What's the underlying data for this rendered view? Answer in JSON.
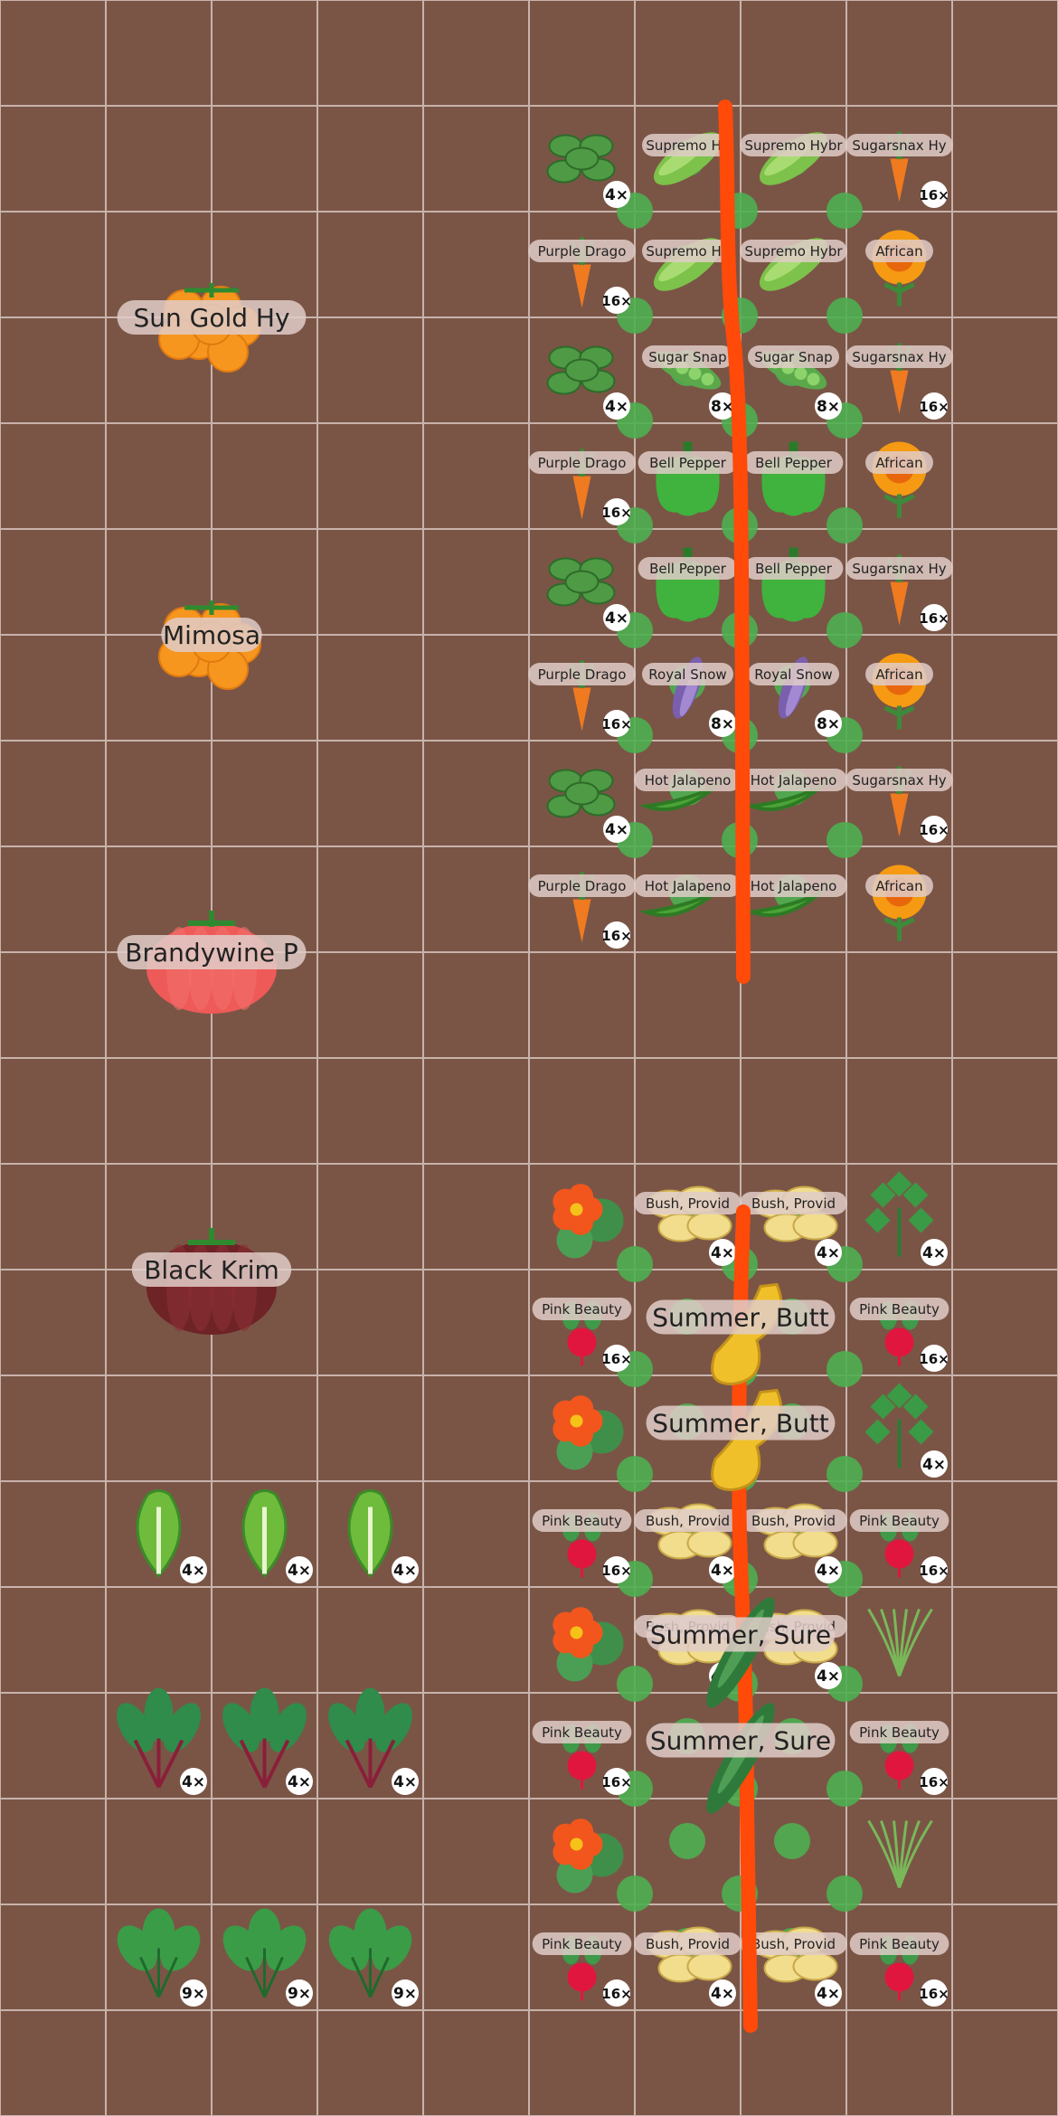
{
  "canvas": {
    "background": "#7a5546",
    "grid_color": "#c8b3ab",
    "cell_size_label": ""
  },
  "colors": {
    "companion_dot": "#4caf50",
    "row_marker": "#ff4a0a",
    "badge": "#ffffff"
  },
  "left_plants": [
    {
      "label": "Sun Gold  Hy",
      "icon": "tomato-cluster-icon"
    },
    {
      "label": "Mimosa",
      "icon": "tomato-cluster-icon"
    },
    {
      "label": "Brandywine P",
      "icon": "tomato-icon"
    },
    {
      "label": "Black Krim",
      "icon": "dark-tomato-icon"
    }
  ],
  "left_small": [
    {
      "icon": "lettuce-icon",
      "count": "4×"
    },
    {
      "icon": "lettuce-icon",
      "count": "4×"
    },
    {
      "icon": "lettuce-icon",
      "count": "4×"
    },
    {
      "icon": "chard-icon",
      "count": "4×"
    },
    {
      "icon": "chard-icon",
      "count": "4×"
    },
    {
      "icon": "chard-icon",
      "count": "4×"
    },
    {
      "icon": "spinach-icon",
      "count": "9×"
    },
    {
      "icon": "spinach-icon",
      "count": "9×"
    },
    {
      "icon": "spinach-icon",
      "count": "9×"
    }
  ],
  "bed1": [
    {
      "label": "",
      "icon": "basil-icon",
      "count": "4×"
    },
    {
      "label": "Supremo Hy",
      "icon": "cucumber-icon",
      "count": ""
    },
    {
      "label": "Supremo Hybr",
      "icon": "cucumber-icon",
      "count": ""
    },
    {
      "label": "Sugarsnax Hy",
      "icon": "carrot-icon",
      "count": "16×"
    },
    {
      "label": "Purple Drago",
      "icon": "carrot-icon",
      "count": "16×"
    },
    {
      "label": "Supremo Hy",
      "icon": "cucumber-icon",
      "count": ""
    },
    {
      "label": "Supremo Hybr",
      "icon": "cucumber-icon",
      "count": ""
    },
    {
      "label": "African",
      "icon": "marigold-icon",
      "count": ""
    },
    {
      "label": "",
      "icon": "basil-icon",
      "count": "4×"
    },
    {
      "label": "Sugar Snap",
      "icon": "pea-icon",
      "count": "8×"
    },
    {
      "label": "Sugar Snap",
      "icon": "pea-icon",
      "count": "8×"
    },
    {
      "label": "Sugarsnax Hy",
      "icon": "carrot-icon",
      "count": "16×"
    },
    {
      "label": "Purple Drago",
      "icon": "carrot-icon",
      "count": "16×"
    },
    {
      "label": "Bell Pepper",
      "icon": "bell-pepper-icon",
      "count": ""
    },
    {
      "label": "Bell Pepper",
      "icon": "bell-pepper-icon",
      "count": ""
    },
    {
      "label": "African",
      "icon": "marigold-icon",
      "count": ""
    },
    {
      "label": "",
      "icon": "basil-icon",
      "count": "4×"
    },
    {
      "label": "Bell Pepper",
      "icon": "bell-pepper-icon",
      "count": ""
    },
    {
      "label": "Bell Pepper",
      "icon": "bell-pepper-icon",
      "count": ""
    },
    {
      "label": "Sugarsnax Hy",
      "icon": "carrot-icon",
      "count": "16×"
    },
    {
      "label": "Purple Drago",
      "icon": "carrot-icon",
      "count": "16×"
    },
    {
      "label": "Royal Snow",
      "icon": "purple-pea-icon",
      "count": "8×"
    },
    {
      "label": "Royal Snow",
      "icon": "purple-pea-icon",
      "count": "8×"
    },
    {
      "label": "African",
      "icon": "marigold-icon",
      "count": ""
    },
    {
      "label": "",
      "icon": "basil-icon",
      "count": "4×"
    },
    {
      "label": "Hot Jalapeno",
      "icon": "jalapeno-icon",
      "count": ""
    },
    {
      "label": "Hot Jalapeno",
      "icon": "jalapeno-icon",
      "count": ""
    },
    {
      "label": "Sugarsnax Hy",
      "icon": "carrot-icon",
      "count": "16×"
    },
    {
      "label": "Purple Drago",
      "icon": "carrot-icon",
      "count": "16×"
    },
    {
      "label": "Hot Jalapeno",
      "icon": "jalapeno-icon",
      "count": ""
    },
    {
      "label": "Hot Jalapeno",
      "icon": "jalapeno-icon",
      "count": ""
    },
    {
      "label": "African",
      "icon": "marigold-icon",
      "count": ""
    }
  ],
  "bed2": [
    {
      "label": "",
      "icon": "nasturtium-icon",
      "count": ""
    },
    {
      "label": "Bush, Provid",
      "icon": "bean-icon",
      "count": "4×"
    },
    {
      "label": "Bush, Provid",
      "icon": "bean-icon",
      "count": "4×"
    },
    {
      "label": "",
      "icon": "parsley-icon",
      "count": "4×"
    },
    {
      "label": "Pink Beauty",
      "icon": "radish-icon",
      "count": "16×"
    },
    {
      "label": "",
      "icon": "",
      "count": ""
    },
    {
      "label": "",
      "icon": "",
      "count": ""
    },
    {
      "label": "Pink Beauty",
      "icon": "radish-icon",
      "count": "16×"
    },
    {
      "label": "",
      "icon": "nasturtium-icon",
      "count": ""
    },
    {
      "label": "",
      "icon": "",
      "count": ""
    },
    {
      "label": "",
      "icon": "",
      "count": ""
    },
    {
      "label": "",
      "icon": "parsley-icon",
      "count": "4×"
    },
    {
      "label": "Pink Beauty",
      "icon": "radish-icon",
      "count": "16×"
    },
    {
      "label": "Bush, Provid",
      "icon": "bean-icon",
      "count": "4×"
    },
    {
      "label": "Bush, Provid",
      "icon": "bean-icon",
      "count": "4×"
    },
    {
      "label": "Pink Beauty",
      "icon": "radish-icon",
      "count": "16×"
    },
    {
      "label": "",
      "icon": "nasturtium-icon",
      "count": ""
    },
    {
      "label": "Bush, Provid",
      "icon": "bean-icon",
      "count": "4×"
    },
    {
      "label": "Bush, Provid",
      "icon": "bean-icon",
      "count": "4×"
    },
    {
      "label": "",
      "icon": "dill-icon",
      "count": ""
    },
    {
      "label": "Pink Beauty",
      "icon": "radish-icon",
      "count": "16×"
    },
    {
      "label": "",
      "icon": "",
      "count": ""
    },
    {
      "label": "",
      "icon": "",
      "count": ""
    },
    {
      "label": "Pink Beauty",
      "icon": "radish-icon",
      "count": "16×"
    },
    {
      "label": "",
      "icon": "nasturtium-icon",
      "count": ""
    },
    {
      "label": "",
      "icon": "",
      "count": ""
    },
    {
      "label": "",
      "icon": "",
      "count": ""
    },
    {
      "label": "",
      "icon": "dill-icon",
      "count": ""
    },
    {
      "label": "Pink Beauty",
      "icon": "radish-icon",
      "count": "16×"
    },
    {
      "label": "Bush, Provid",
      "icon": "bean-icon",
      "count": "4×"
    },
    {
      "label": "Bush, Provid",
      "icon": "bean-icon",
      "count": "4×"
    },
    {
      "label": "Pink Beauty",
      "icon": "radish-icon",
      "count": "16×"
    }
  ],
  "squash": [
    {
      "label": "Summer, Butt",
      "icon": "butternut-squash-icon"
    },
    {
      "label": "Summer, Butt",
      "icon": "butternut-squash-icon"
    },
    {
      "label": "Summer, Sure",
      "icon": "zucchini-icon"
    },
    {
      "label": "Summer, Sure",
      "icon": "zucchini-icon"
    }
  ]
}
